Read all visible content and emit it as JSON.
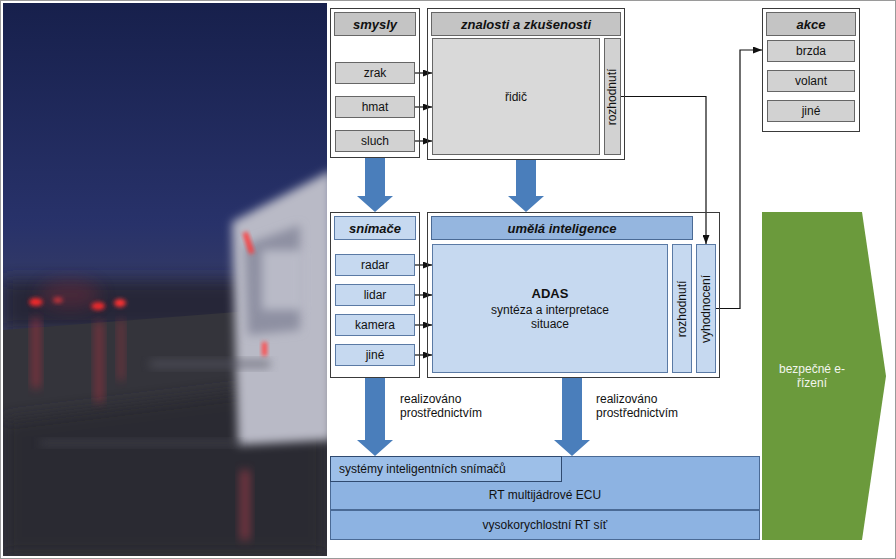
{
  "diagram": {
    "nodes": [
      {
        "text": [
          "smysly"
        ]
      },
      {
        "text": [
          "zrak"
        ],
        "in": 0
      },
      {
        "text": [
          "hmat"
        ],
        "in": 0
      },
      {
        "text": [
          "sluch"
        ],
        "in": 0
      },
      {
        "text": [
          "znalosti a zkušenosti"
        ]
      },
      {
        "text": [
          "řidič"
        ],
        "in": 4
      },
      {
        "text": [
          "rozhodnutí"
        ],
        "in": 4
      },
      {
        "text": [
          "akce"
        ]
      },
      {
        "text": [
          "brzda"
        ],
        "in": 7
      },
      {
        "text": [
          "volant"
        ],
        "in": 7
      },
      {
        "text": [
          "jiné"
        ],
        "in": 7
      },
      {
        "text": [
          "snímače"
        ]
      },
      {
        "text": [
          "radar"
        ],
        "in": 11
      },
      {
        "text": [
          "lidar"
        ],
        "in": 11
      },
      {
        "text": [
          "kamera"
        ],
        "in": 11
      },
      {
        "text": [
          "jiné"
        ],
        "in": 11
      },
      {
        "text": [
          "umělá inteligence"
        ]
      },
      {
        "text": [
          "ADAS",
          "syntéza a interpretace situace"
        ],
        "in": 16
      },
      {
        "text": [
          "rozhodnutí"
        ],
        "in": 16
      },
      {
        "text": [
          "vyhodnocení"
        ],
        "in": 16
      },
      {
        "text": [
          "bezpečné e-řízení"
        ]
      },
      {
        "text": [
          "RT multijádrové ECU"
        ]
      },
      {
        "text": [
          "systémy inteligentních snímačů"
        ],
        "in": 21
      },
      {
        "text": [
          "vysokorychlostní RT síť"
        ]
      }
    ],
    "edges": [
      {
        "from": 1,
        "to": 5,
        "arrow": "to"
      },
      {
        "from": 2,
        "to": 5,
        "arrow": "to"
      },
      {
        "from": 3,
        "to": 5,
        "arrow": "to"
      },
      {
        "from": 12,
        "to": 17,
        "arrow": "to"
      },
      {
        "from": 13,
        "to": 17,
        "arrow": "to"
      },
      {
        "from": 14,
        "to": 17,
        "arrow": "to"
      },
      {
        "from": 15,
        "to": 17,
        "arrow": "to"
      },
      {
        "from": 6,
        "to": 19,
        "arrow": "to"
      },
      {
        "from": 19,
        "to": 7,
        "arrow": "to"
      },
      {
        "from": 0,
        "to": 11,
        "arrow": "to"
      },
      {
        "from": 4,
        "to": 16,
        "arrow": "to"
      },
      {
        "from": 11,
        "to": 22,
        "label": "realizováno prostřednictvím",
        "arrow": "to"
      },
      {
        "from": 16,
        "to": 21,
        "label": "realizováno prostřednictvím",
        "arrow": "to"
      }
    ]
  }
}
